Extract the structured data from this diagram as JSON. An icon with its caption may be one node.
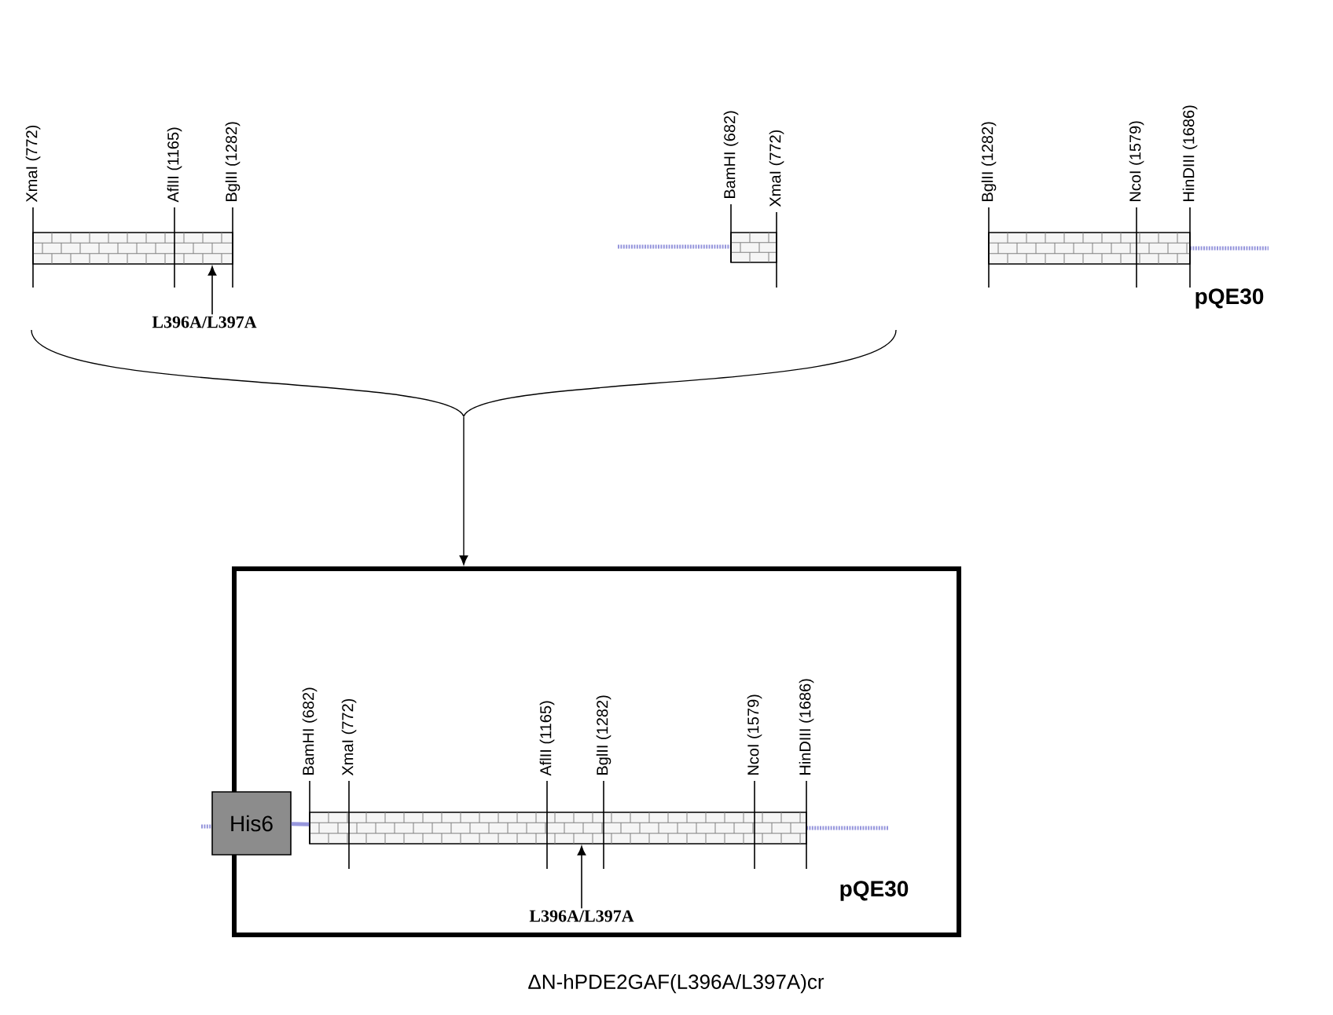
{
  "diagram": {
    "caption": "ΔN-hPDE2GAF(L396A/L397A)cr",
    "nodes": [
      {
        "text": [],
        "shape": "bar",
        "beside": [
          "XmaI (772)",
          "AflII (1165)",
          "BglII (1282)"
        ]
      },
      {
        "text": [],
        "shape": "bar",
        "beside": [
          "BamHI (682)",
          "XmaI (772)"
        ]
      },
      {
        "text": [],
        "shape": "bar",
        "beside": [
          "BglII (1282)",
          "NcoI (1579)",
          "HinDIII (1686)",
          "pQE30"
        ]
      },
      {
        "text": [
          "L396A/L397A"
        ]
      },
      {
        "text": [],
        "shape": "brace"
      },
      {
        "text": [],
        "shape": "box"
      },
      {
        "text": [
          "His6"
        ],
        "in": 5
      },
      {
        "text": [],
        "shape": "bar",
        "in": 5,
        "beside": [
          "BamHI (682)",
          "XmaI (772)",
          "AflII (1165)",
          "BglII (1282)",
          "NcoI (1579)",
          "HinDIII (1686)",
          "pQE30"
        ]
      },
      {
        "text": [
          "L396A/L397A"
        ],
        "in": 5
      }
    ],
    "edges": [
      {
        "from": 3,
        "to": 0,
        "arrow": "to"
      },
      {
        "from": 4,
        "to": 5,
        "arrow": "to"
      },
      {
        "from": 6,
        "to": 7,
        "arrow": "none",
        "style": "thick",
        "color": "#9696dc"
      },
      {
        "from": 8,
        "to": 7,
        "arrow": "to"
      }
    ]
  }
}
